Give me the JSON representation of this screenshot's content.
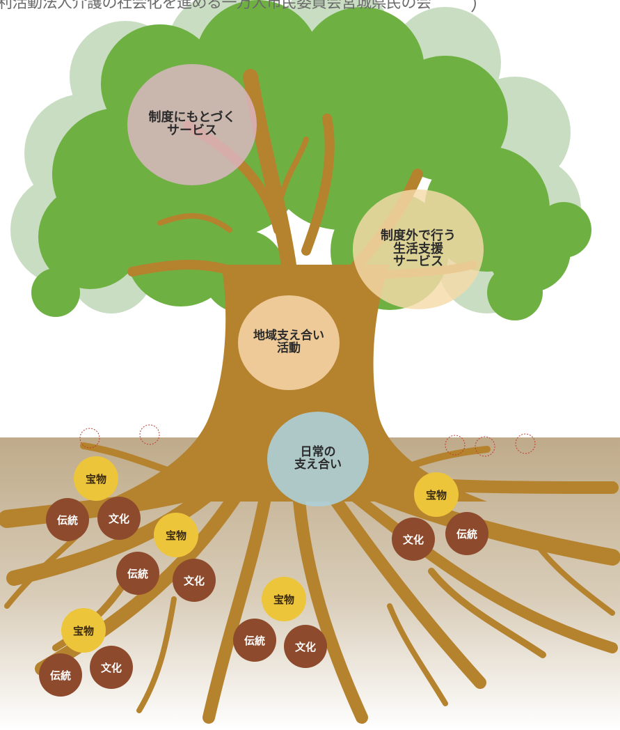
{
  "header": {
    "text": "利活動法人介護の社会化を進める一万人市民委員会宮城県民の会",
    "bracket": "）"
  },
  "canopy": {
    "formal_services": [
      "制度にもとづく",
      "サービス"
    ],
    "informal_services": [
      "制度外で行う",
      "生活支援",
      "サービス"
    ]
  },
  "trunk": {
    "community": [
      "地域支え合い",
      "活動"
    ],
    "daily": [
      "日常の",
      "支え合い"
    ]
  },
  "roots": {
    "treasure": "宝物",
    "tradition": "伝統",
    "culture": "文化"
  },
  "colors": {
    "leaf_dark": "#6eb142",
    "leaf_light": "#c9ddc2",
    "trunk": "#b5822e",
    "soil_top": "#c4b090",
    "soil_bottom": "#ffffff",
    "gold": "#ecc53a",
    "brown": "#8e4a2c"
  }
}
